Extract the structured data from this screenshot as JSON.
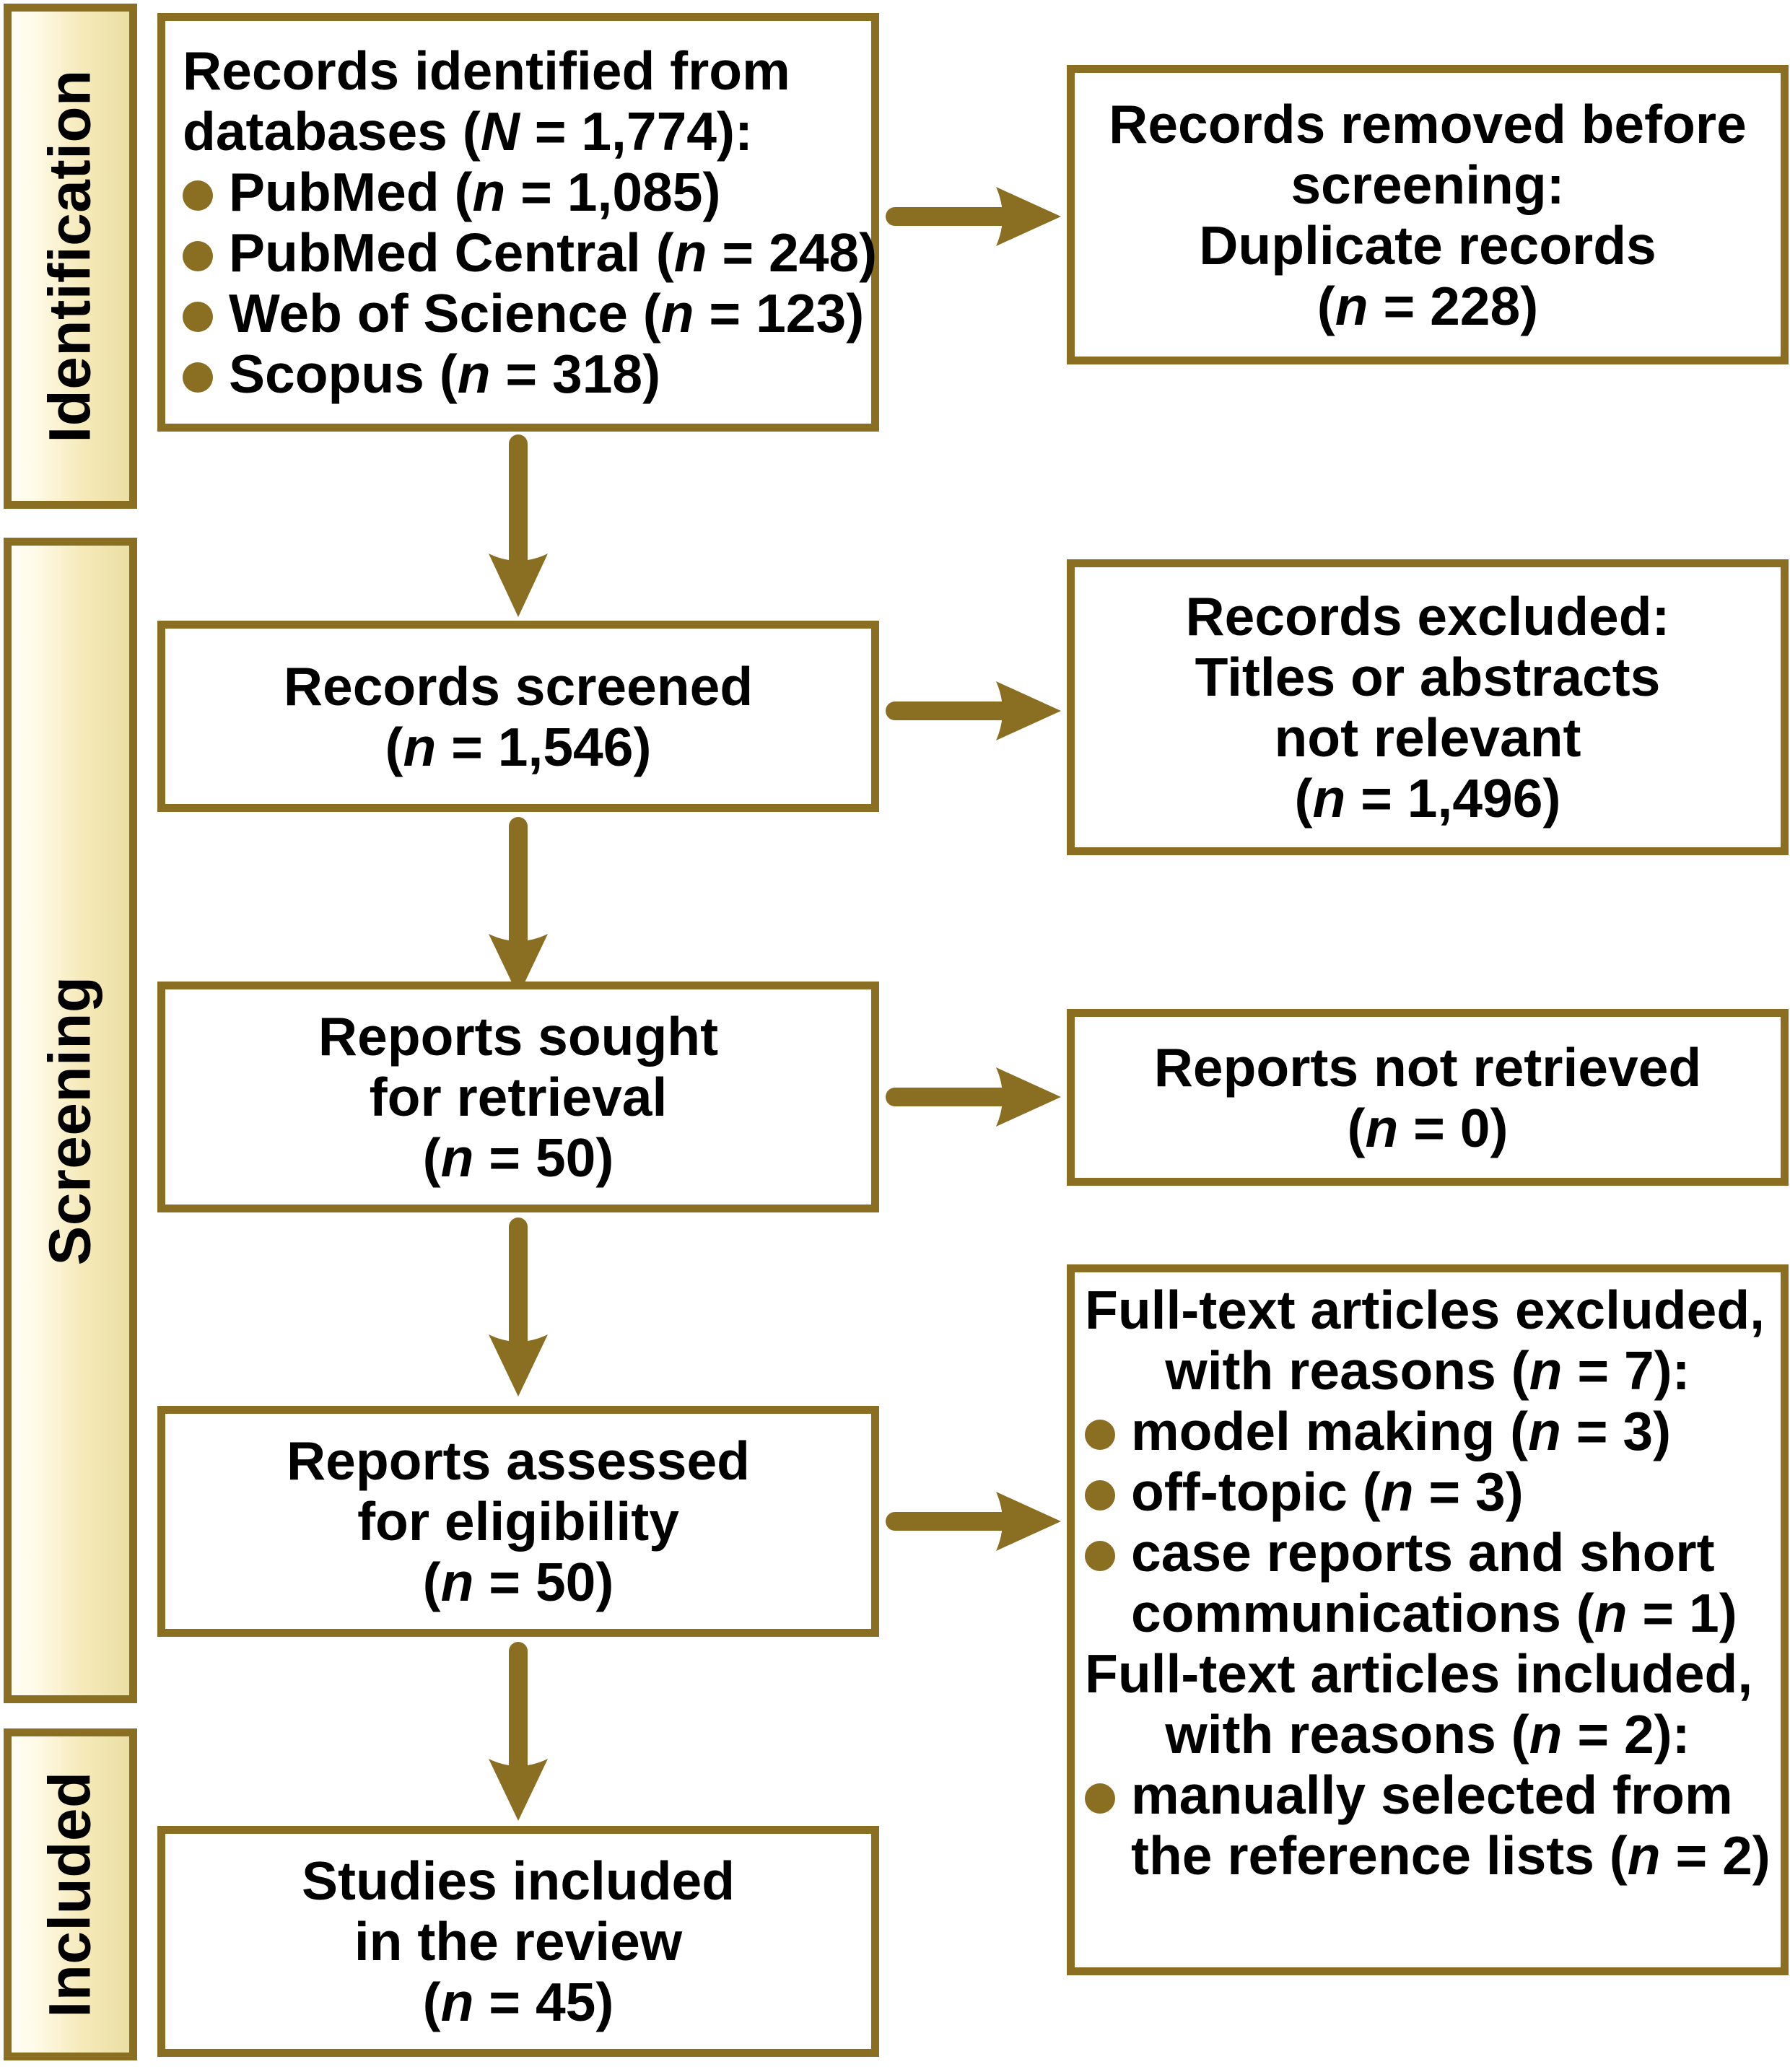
{
  "colors": {
    "accent": "#8A6E22",
    "panel_fill_light": "#FFFDF3",
    "panel_fill_dark": "#EADFA4",
    "box_border": "#8A6E22",
    "text": "#000000",
    "box_background": "#FFFFFF"
  },
  "stages": [
    {
      "id": "identification",
      "label": "Identification"
    },
    {
      "id": "screening",
      "label": "Screening"
    },
    {
      "id": "included",
      "label": "Included"
    }
  ],
  "boxes": {
    "records_identified": {
      "title_line_1": "Records identified from",
      "title_line_2_pre": "databases (",
      "title_line_2_ital": "N",
      "title_line_2_post": " = 1,774):",
      "bullets": [
        {
          "label": "PubMed (",
          "ital": "n",
          "value": " = 1,085)"
        },
        {
          "label": "PubMed Central (",
          "ital": "n",
          "value": " = 248)"
        },
        {
          "label": "Web of Science (",
          "ital": "n",
          "value": " = 123)"
        },
        {
          "label": "Scopus (",
          "ital": "n",
          "value": " = 318)"
        }
      ]
    },
    "records_removed": {
      "line_1": "Records removed before",
      "line_2": "screening:",
      "line_3": "Duplicate records",
      "line_4_pre": "(",
      "line_4_ital": "n",
      "line_4_post": " = 228)"
    },
    "records_screened": {
      "line_1": "Records screened",
      "line_2_pre": "(",
      "line_2_ital": "n",
      "line_2_post": " = 1,546)"
    },
    "records_excluded": {
      "line_1": "Records excluded:",
      "line_2": "Titles or abstracts",
      "line_3": "not relevant",
      "line_4_pre": "(",
      "line_4_ital": "n",
      "line_4_post": " = 1,496)"
    },
    "reports_sought": {
      "line_1": "Reports sought",
      "line_2": "for retrieval",
      "line_3_pre": "(",
      "line_3_ital": "n",
      "line_3_post": " = 50)"
    },
    "reports_not_retrieved": {
      "line_1": "Reports not retrieved",
      "line_2_pre": "(",
      "line_2_ital": "n",
      "line_2_post": " = 0)"
    },
    "reports_assessed": {
      "line_1": "Reports assessed",
      "line_2": "for eligibility",
      "line_3_pre": "(",
      "line_3_ital": "n",
      "line_3_post": " = 50)"
    },
    "fulltext_outcomes": {
      "excluded_heading_line_1": "Full-text articles excluded,",
      "excluded_heading_line_2_pre": "with reasons (",
      "excluded_heading_line_2_ital": "n",
      "excluded_heading_line_2_post": " = 7):",
      "excluded_bullets": [
        {
          "label": "model making (",
          "ital": "n",
          "value": " = 3)"
        },
        {
          "label": "off-topic (",
          "ital": "n",
          "value": " = 3)"
        },
        {
          "label": "case reports and short communications (",
          "ital": "n",
          "value": " = 1)"
        }
      ],
      "included_heading_line_1": "Full-text articles included,",
      "included_heading_line_2_pre": "with reasons (",
      "included_heading_line_2_ital": "n",
      "included_heading_line_2_post": " = 2):",
      "included_bullets": [
        {
          "label": "manually selected from the reference lists (",
          "ital": "n",
          "value": " = 2)"
        }
      ]
    },
    "studies_included": {
      "line_1": "Studies included",
      "line_2": "in the review",
      "line_3_pre": "(",
      "line_3_ital": "n",
      "line_3_post": " = 45)"
    }
  },
  "arrows": [
    {
      "id": "identified-to-removed",
      "direction": "right"
    },
    {
      "id": "identified-to-screened",
      "direction": "down"
    },
    {
      "id": "screened-to-excluded",
      "direction": "right"
    },
    {
      "id": "screened-to-sought",
      "direction": "down"
    },
    {
      "id": "sought-to-not-retrieved",
      "direction": "right"
    },
    {
      "id": "sought-to-assessed",
      "direction": "down"
    },
    {
      "id": "assessed-to-fulltext",
      "direction": "right"
    },
    {
      "id": "assessed-to-studies",
      "direction": "down"
    }
  ],
  "chart_data": {
    "type": "diagram",
    "title": "PRISMA flow diagram",
    "nodes": [
      {
        "stage": "Identification",
        "label": "Records identified from databases",
        "N": 1774,
        "sources": [
          {
            "name": "PubMed",
            "n": 1085
          },
          {
            "name": "PubMed Central",
            "n": 248
          },
          {
            "name": "Web of Science",
            "n": 123
          },
          {
            "name": "Scopus",
            "n": 318
          }
        ]
      },
      {
        "stage": "Identification",
        "label": "Records removed before screening: Duplicate records",
        "n": 228
      },
      {
        "stage": "Screening",
        "label": "Records screened",
        "n": 1546
      },
      {
        "stage": "Screening",
        "label": "Records excluded: Titles or abstracts not relevant",
        "n": 1496
      },
      {
        "stage": "Screening",
        "label": "Reports sought for retrieval",
        "n": 50
      },
      {
        "stage": "Screening",
        "label": "Reports not retrieved",
        "n": 0
      },
      {
        "stage": "Screening",
        "label": "Reports assessed for eligibility",
        "n": 50
      },
      {
        "stage": "Screening",
        "label": "Full-text articles excluded, with reasons",
        "n": 7,
        "reasons": [
          {
            "name": "model making",
            "n": 3
          },
          {
            "name": "off-topic",
            "n": 3
          },
          {
            "name": "case reports and short communications",
            "n": 1
          }
        ]
      },
      {
        "stage": "Screening",
        "label": "Full-text articles included, with reasons",
        "n": 2,
        "reasons": [
          {
            "name": "manually selected from the reference lists",
            "n": 2
          }
        ]
      },
      {
        "stage": "Included",
        "label": "Studies included in the review",
        "n": 45
      }
    ]
  }
}
